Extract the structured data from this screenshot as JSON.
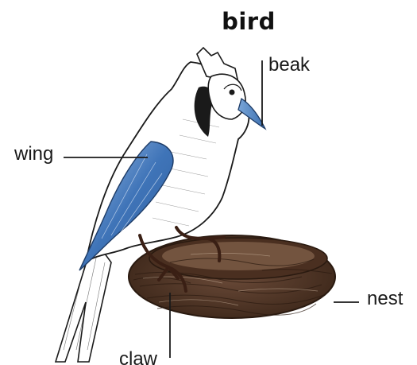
{
  "title": "bird",
  "labels": {
    "beak": "beak",
    "wing": "wing",
    "nest": "nest",
    "claw": "claw"
  },
  "colors": {
    "plumage_blue": "#3f74b8",
    "nest_brown": "#5a3a2a",
    "ink": "#1a1a1a"
  }
}
